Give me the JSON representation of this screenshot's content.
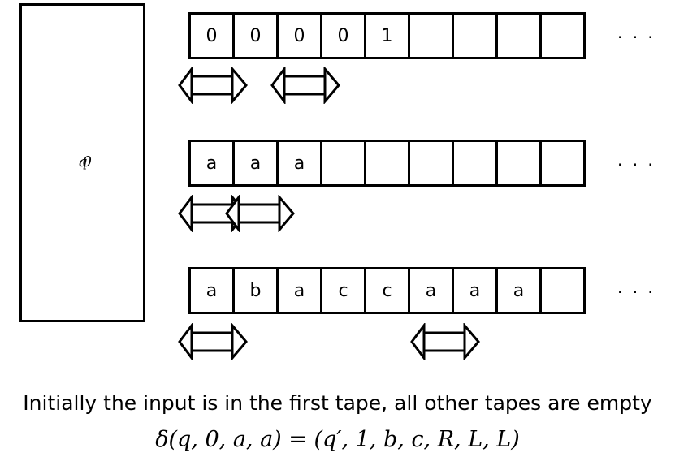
{
  "control_unit": {
    "state_label": "q0"
  },
  "tapes": [
    {
      "cells": [
        "0",
        "0",
        "0",
        "0",
        "1",
        "",
        "",
        "",
        ""
      ],
      "ellipsis": "· · ·",
      "heads": 2
    },
    {
      "cells": [
        "a",
        "a",
        "a",
        "",
        "",
        "",
        "",
        "",
        ""
      ],
      "ellipsis": "· · ·",
      "heads": 2
    },
    {
      "cells": [
        "a",
        "b",
        "a",
        "c",
        "c",
        "a",
        "a",
        "a",
        ""
      ],
      "ellipsis": "· · ·",
      "heads": 2
    }
  ],
  "caption": "Initially the input is in the first tape, all other tapes are empty",
  "formula": {
    "lhs": "δ(q, 0, a, a)",
    "eq": " = ",
    "rhs": "(q′, 1, b, c, R, L, L)"
  }
}
